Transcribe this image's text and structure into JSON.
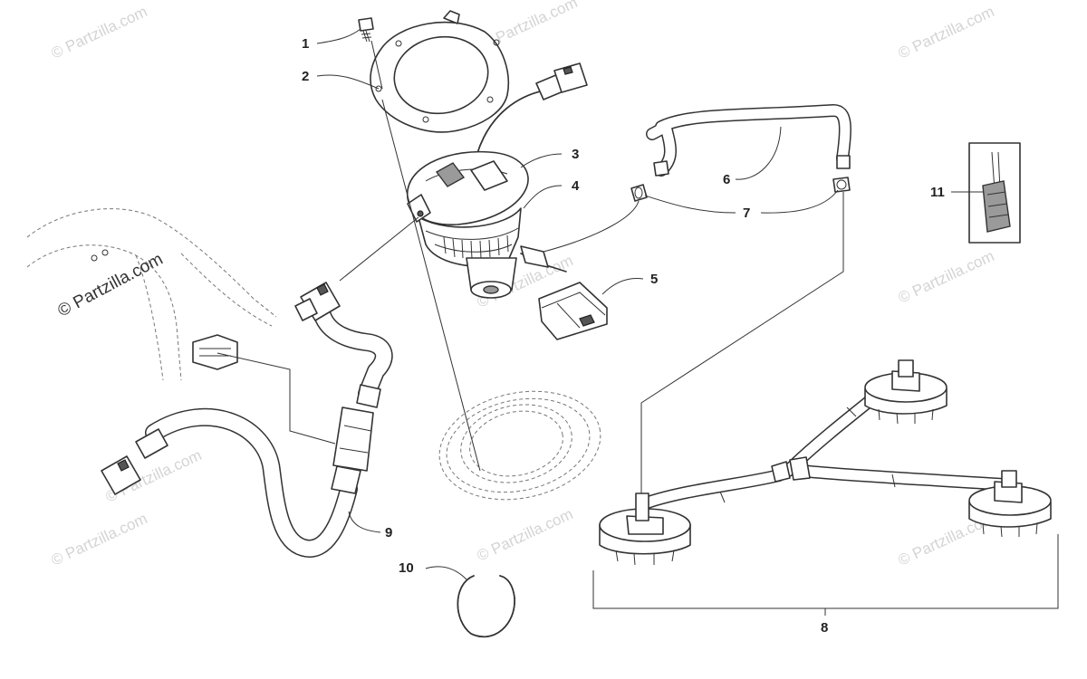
{
  "diagram": {
    "callouts": [
      {
        "number": "1"
      },
      {
        "number": "2"
      },
      {
        "number": "3"
      },
      {
        "number": "4"
      },
      {
        "number": "5"
      },
      {
        "number": "6"
      },
      {
        "number": "7"
      },
      {
        "number": "8"
      },
      {
        "number": "9"
      },
      {
        "number": "10"
      },
      {
        "number": "11"
      }
    ]
  },
  "watermark": {
    "text": "© Partzilla.com",
    "color": "#d4d4d4",
    "main_color": "#333333"
  }
}
